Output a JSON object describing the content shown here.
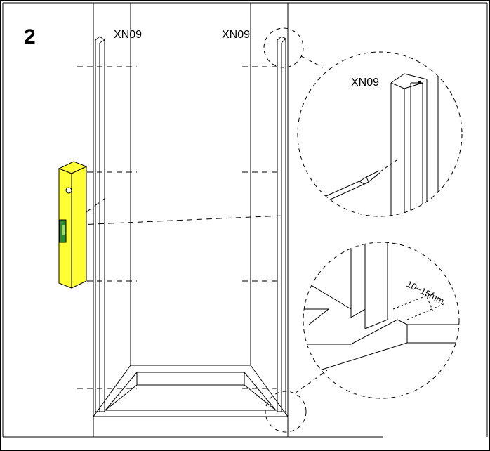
{
  "step_number": "2",
  "labels": {
    "part_left": "XN09",
    "part_right": "XN09",
    "part_detail": "XN09",
    "gap": "10~15mm"
  },
  "colors": {
    "line": "#000000",
    "level_fill": "#ffff33",
    "level_bubble": "#2e8b2e"
  },
  "icons": [
    "spirit-level-icon",
    "screwdriver-icon"
  ]
}
